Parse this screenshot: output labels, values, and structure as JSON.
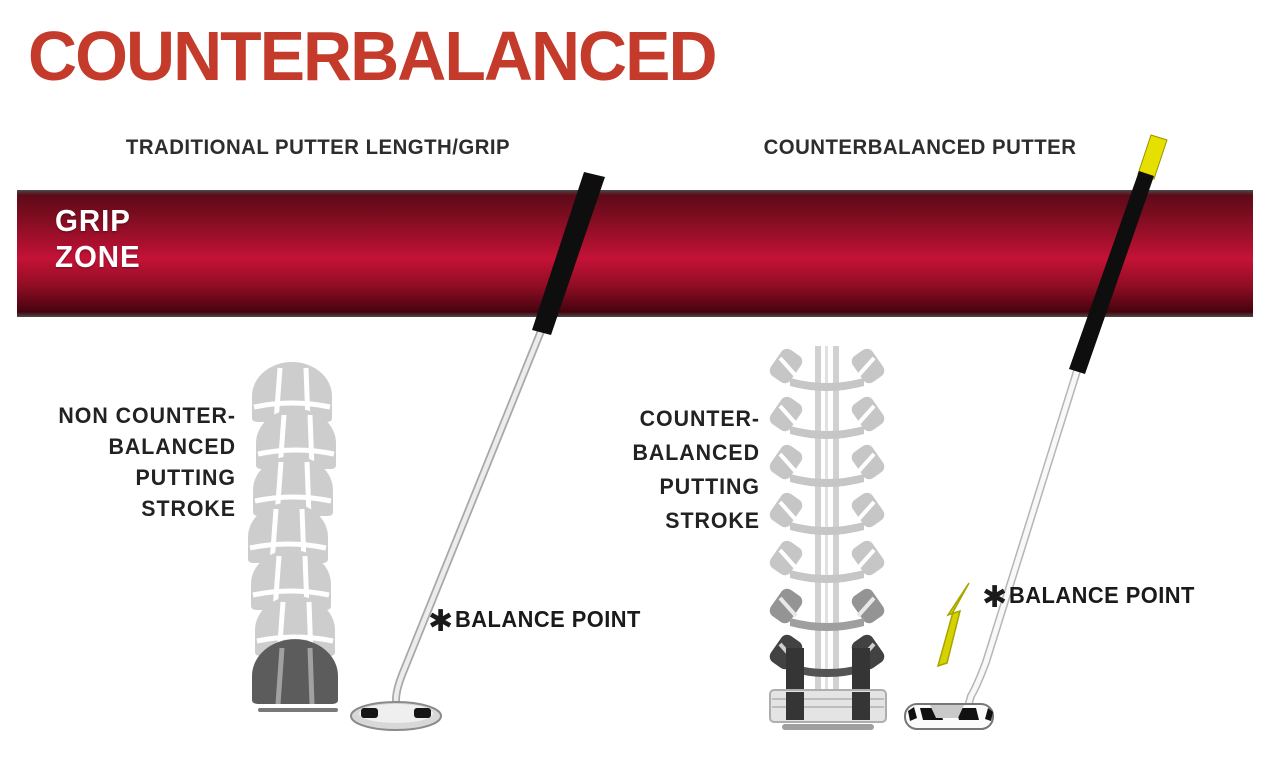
{
  "title": "COUNTERBALANCED",
  "columns": {
    "traditional_label": "TRADITIONAL PUTTER LENGTH/GRIP",
    "counterbalanced_label": "COUNTERBALANCED PUTTER"
  },
  "grip_zone": {
    "line1": "GRIP",
    "line2": "ZONE"
  },
  "stroke_captions": {
    "left": {
      "lines": [
        "NON COUNTER-",
        "BALANCED",
        "PUTTING",
        "STROKE"
      ]
    },
    "right": {
      "lines": [
        "COUNTER-",
        "BALANCED",
        "PUTTING",
        "STROKE"
      ]
    }
  },
  "balance_points": {
    "left": {
      "marker": "✱",
      "label": "BALANCE POINT"
    },
    "right": {
      "marker": "✱",
      "label": "BALANCE POINT"
    }
  },
  "colors": {
    "title_red": "#c43b2b",
    "band_bright_red": "#c41236",
    "band_dark_red": "#45030e",
    "grip_black": "#0e0e0e",
    "butt_yellow": "#e6e000",
    "shaft_silver": "#ececec",
    "ghost_gray": "#c9c9c9",
    "text_dark": "#222222",
    "grip_zone_text": "#ffffff"
  }
}
